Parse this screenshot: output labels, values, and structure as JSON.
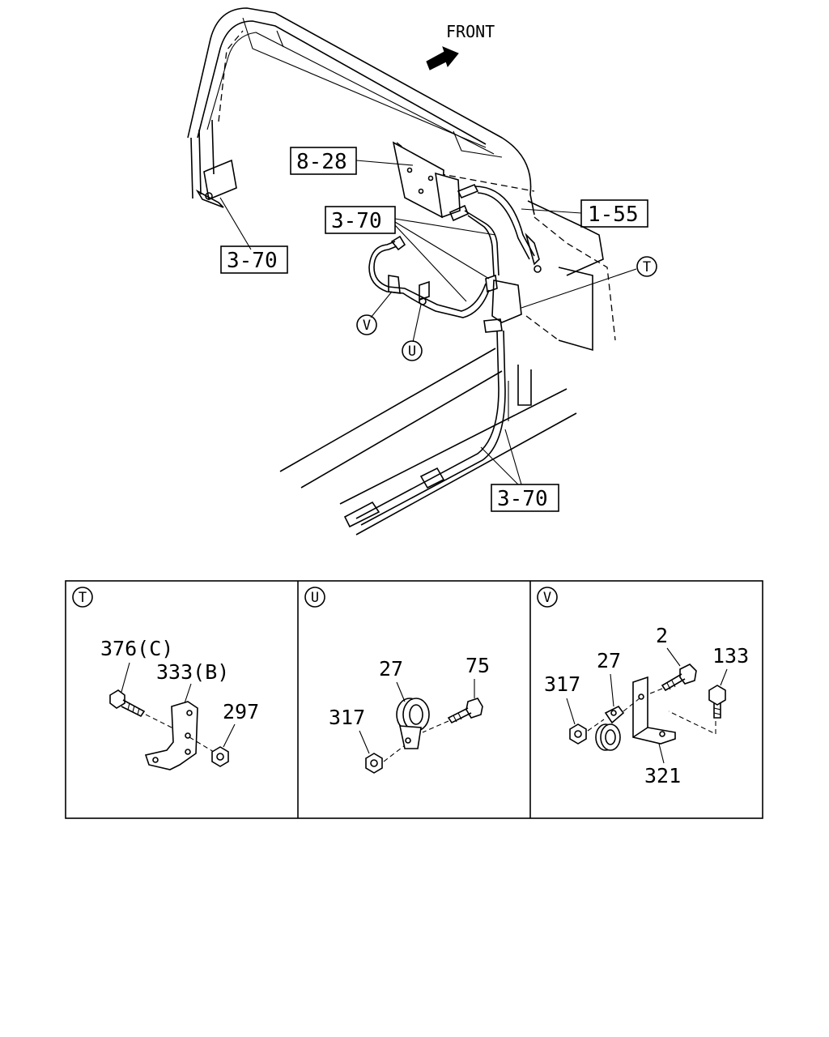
{
  "direction_label": "FRONT",
  "callouts": {
    "c_8_28": "8-28",
    "c_1_55": "1-55",
    "c_3_70_top": "3-70",
    "c_3_70_left": "3-70",
    "c_3_70_bottom": "3-70"
  },
  "detail_markers": {
    "t": "T",
    "u": "U",
    "v": "V"
  },
  "panels": {
    "t": {
      "label": "T",
      "parts": {
        "bolt": "376(C)",
        "bracket": "333(B)",
        "nut": "297"
      }
    },
    "u": {
      "label": "U",
      "parts": {
        "clip": "27",
        "bolt": "75",
        "nut": "317"
      }
    },
    "v": {
      "label": "V",
      "parts": {
        "bolt_2": "2",
        "clip": "27",
        "bolt_133": "133",
        "nut": "317",
        "bracket": "321"
      }
    }
  },
  "icons": {
    "front_arrow": "arrow-right-icon"
  }
}
